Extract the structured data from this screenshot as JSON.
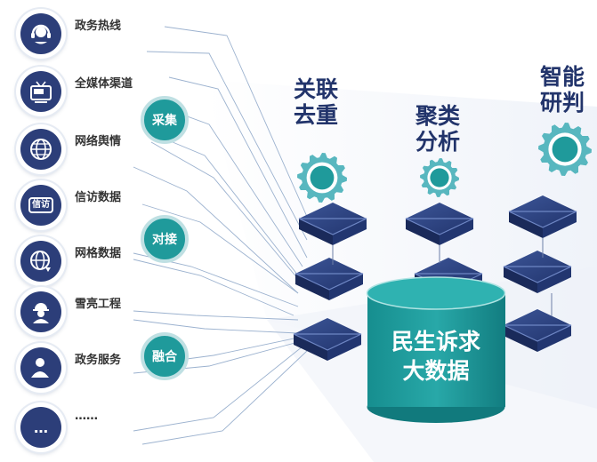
{
  "sources": [
    {
      "label": "政务热线",
      "icon": "headset-icon"
    },
    {
      "label": "全媒体渠道",
      "icon": "tv-icon"
    },
    {
      "label": "网络舆情",
      "icon": "globe-icon"
    },
    {
      "label": "信访数据",
      "icon": "petition-icon",
      "icon_text": "信访"
    },
    {
      "label": "网格数据",
      "icon": "grid-globe-icon"
    },
    {
      "label": "雪亮工程",
      "icon": "worker-helmet-icon"
    },
    {
      "label": "政务服务",
      "icon": "service-person-icon"
    },
    {
      "label": "……",
      "icon": "more-icon",
      "icon_text": "…"
    }
  ],
  "tags": [
    "采集",
    "对接",
    "融合"
  ],
  "processes": [
    {
      "line1": "关联",
      "line2": "去重"
    },
    {
      "line1": "聚类",
      "line2": "分析"
    },
    {
      "line1": "智能",
      "line2": "研判"
    }
  ],
  "center": {
    "line1": "民生诉求",
    "line2": "大数据"
  },
  "colors": {
    "navy": "#2c3e79",
    "teal": "#1f9a9b",
    "tag_ring": "#bfe0e3",
    "gear_outer": "#58b7bf",
    "title_text": "#22346b"
  }
}
